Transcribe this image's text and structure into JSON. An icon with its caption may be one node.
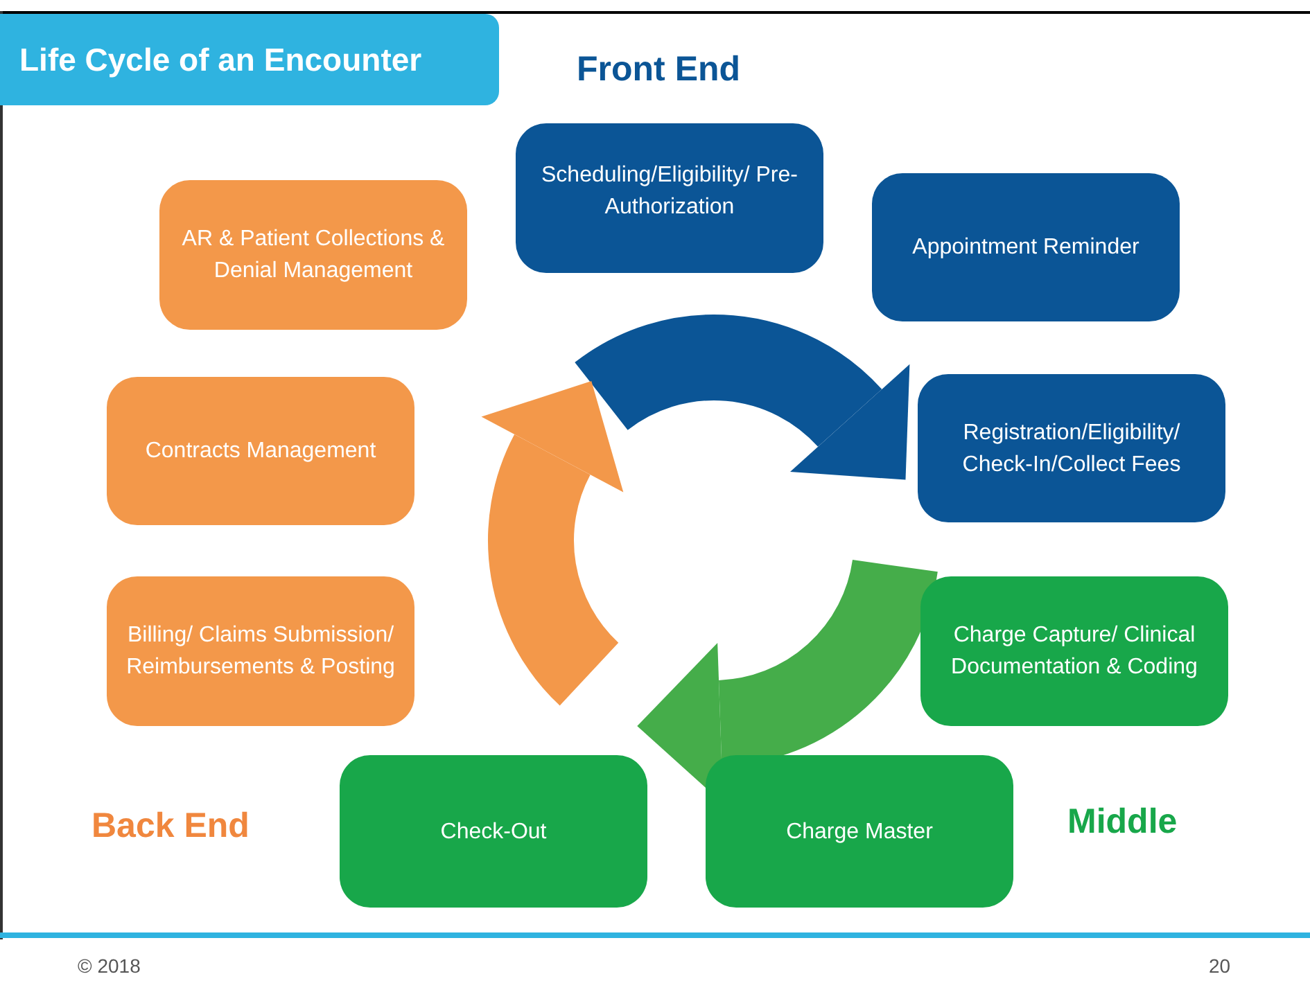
{
  "diagram": {
    "title": "Life Cycle of an Encounter",
    "nodes": [
      {
        "text": [
          "Scheduling/Eligibility/ Pre-Authorization"
        ]
      },
      {
        "text": [
          "Appointment Reminder"
        ]
      },
      {
        "text": [
          "Registration/Eligibility/ Check-In/Collect Fees"
        ]
      },
      {
        "text": [
          "Charge Capture/ Clinical Documentation & Coding"
        ]
      },
      {
        "text": [
          "Charge Master"
        ]
      },
      {
        "text": [
          "Check-Out"
        ]
      },
      {
        "text": [
          "Billing/ Claims Submission/ Reimbursements & Posting"
        ]
      },
      {
        "text": [
          "Contracts Management"
        ]
      },
      {
        "text": [
          "AR & Patient Collections & Denial Management"
        ]
      }
    ],
    "labels": [
      "Front End",
      "Back End",
      "Middle",
      "© 2018",
      "20"
    ]
  }
}
